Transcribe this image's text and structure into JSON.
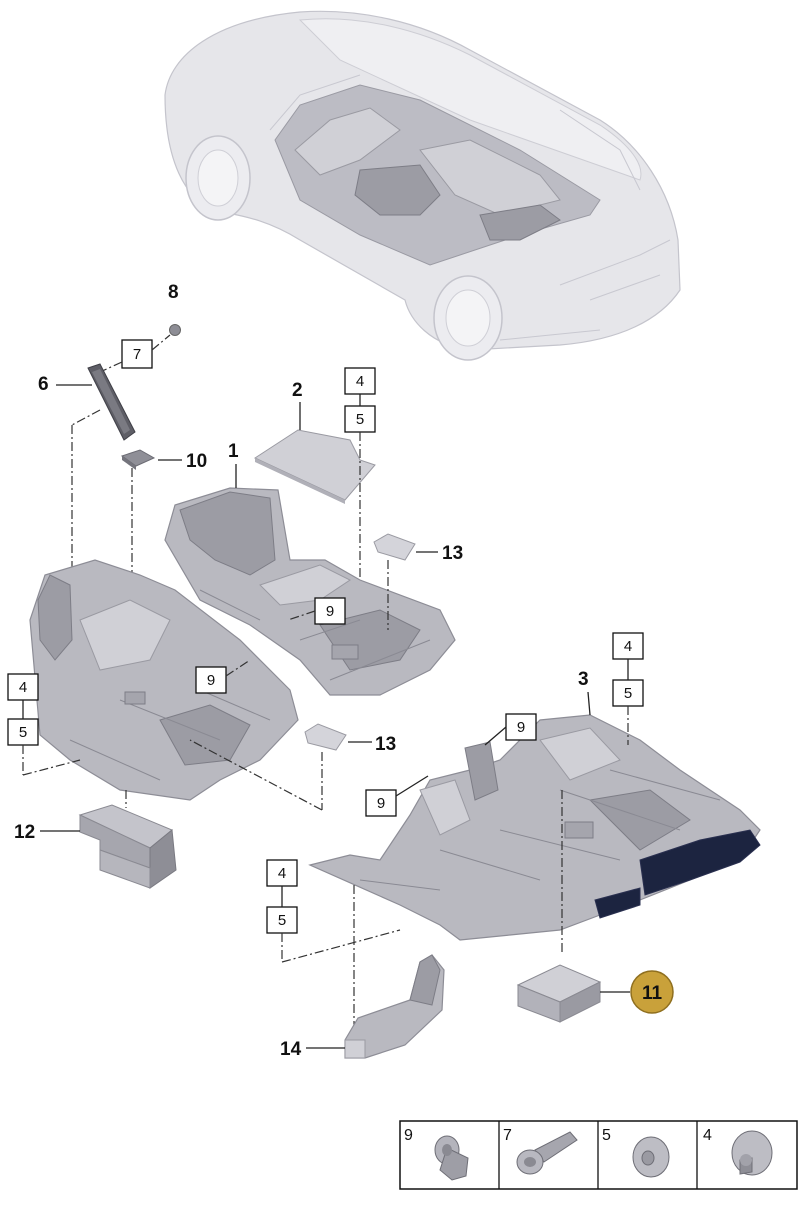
{
  "callouts": {
    "n1": "1",
    "n2": "2",
    "n3": "3",
    "n6": "6",
    "n8": "8",
    "n10": "10",
    "n11": "11",
    "n12": "12",
    "n13a": "13",
    "n13b": "13",
    "n14": "14"
  },
  "boxes": {
    "b7": "7",
    "b4_top": "4",
    "b5_top": "5",
    "b9_mid": "9",
    "b9_left": "9",
    "b4_left": "4",
    "b5_left": "5",
    "b4_right": "4",
    "b5_right": "5",
    "b9_r1": "9",
    "b9_r2": "9",
    "b4_bottom": "4",
    "b5_bottom": "5"
  },
  "fastener_table": [
    {
      "label": "9",
      "icon": "flange-nut-icon"
    },
    {
      "label": "7",
      "icon": "bolt-icon"
    },
    {
      "label": "5",
      "icon": "push-clip-icon"
    },
    {
      "label": "4",
      "icon": "round-clip-icon"
    }
  ],
  "colors": {
    "highlight_badge": "#c9a13a",
    "carpet": "#b9b9c0",
    "car_body": "#e6e6ea"
  }
}
